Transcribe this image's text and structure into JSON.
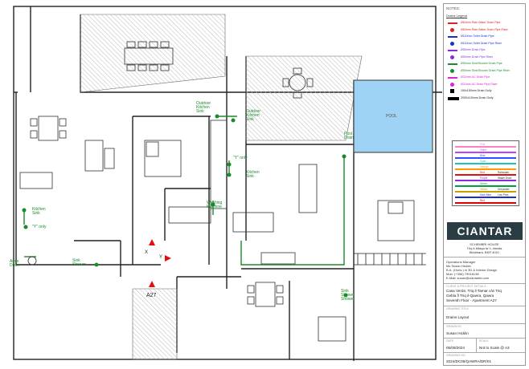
{
  "notes_title": "NOTES:",
  "legend_title": "Drains Legend",
  "legend": [
    {
      "label": "Ø63mm Rain Water Drain Pipe",
      "color": "#e02020",
      "style": "line"
    },
    {
      "label": "Ø63mm Rain Water Drain Pipe Riser",
      "color": "#e02020",
      "style": "dot"
    },
    {
      "label": "Ø110mm Toilet Drain Pipe",
      "color": "#1a2fd0",
      "style": "line"
    },
    {
      "label": "Ø110mm Toilet Drain Pipe Riser",
      "color": "#1a2fd0",
      "style": "dot"
    },
    {
      "label": "Ø50mm Drain Pipe",
      "color": "#8a2be2",
      "style": "line"
    },
    {
      "label": "Ø50mm Drain Pipe Riser",
      "color": "#8a2be2",
      "style": "dot"
    },
    {
      "label": "Ø50mm Sink/Shower Drain Pipe",
      "color": "#1a8a2a",
      "style": "line"
    },
    {
      "label": "Ø50mm Sink/Shower Drain Pipe Riser",
      "color": "#1a8a2a",
      "style": "dot"
    },
    {
      "label": "Ø32mm AC Drain Pipe",
      "color": "#e020e0",
      "style": "line"
    },
    {
      "label": "Ø32mm AC Drain Pipe Riser",
      "color": "#e020e0",
      "style": "dot"
    },
    {
      "label": "150x150mm Drain Gully",
      "color": "#000000",
      "style": "square"
    },
    {
      "label": "2000x100mm Drain Gully",
      "color": "#000000",
      "style": "bar"
    }
  ],
  "color_key": {
    "rows": [
      {
        "color": "#ff80c0",
        "mid": "Pink"
      },
      {
        "color": "#c040ff",
        "mid": "Violet"
      },
      {
        "color": "#3050ff",
        "mid": "Blue"
      },
      {
        "color": "#20c0c0",
        "mid": "Cyan"
      },
      {
        "color": "#ff9900",
        "mid": "Orange"
      },
      {
        "color": "#e01010",
        "mid": "Red",
        "right": "Rainwater"
      },
      {
        "color": "#8a2be2",
        "mid": "Purple",
        "right": "Waste Drain"
      },
      {
        "color": "#00a040",
        "mid": "Green"
      },
      {
        "color": "#c8a000",
        "mid": "Yellow",
        "right": "Greywater"
      },
      {
        "color": "#1a2fd0",
        "mid": "Dark Blue",
        "right": "Low Pres."
      },
      {
        "color": "#e00000",
        "mid": "Red"
      }
    ]
  },
  "company": "CIANTAR",
  "office": [
    "SCHEMBRI HOUSE",
    "Triq il-Mtaqa ta' L-Imsida",
    "Birkirkara, BKR 4021"
  ],
  "manager_label": "Operations Manager",
  "manager": [
    "Ms Susan Hicklin",
    "B.A. (Hons.) in 3D & Interior Design",
    "Mob: (+356) 79916138",
    "E-Mail: susan@ciantarltd.com"
  ],
  "client_label": "CLIENT & PROJECT DETAILS",
  "client": [
    "Casa Verde, Triq il-Tamar c/w Triq",
    "Gebla fl Triq il-Qawra, Qawra",
    "Seventh Floor - Apartment A27"
  ],
  "drawing_title_label": "DRAWING TITLE",
  "drawing_title": "Drains Layout",
  "drawn_by_label": "DRAWN BY",
  "drawn_by": "Susan Hicklin",
  "date_label": "DATE",
  "date": "05/09/2024",
  "scale_label": "SCALE",
  "scale": "Not to Scale @ A3",
  "drawing_no_label": "DRAWING NO.",
  "drawing_no": "2024/DC06/QAWRA/DR/01",
  "plan_labels": {
    "outdoor_kitchen_sink_1": [
      "Outdoor",
      "Kitchen",
      "Sink"
    ],
    "outdoor_kitchen_sink_2": [
      "Outdoor",
      "Kitchen",
      "Sink"
    ],
    "pool": "POOL",
    "pool_drain": [
      "Pool",
      "Drain"
    ],
    "y_only_1": "\"Y\" only",
    "kitchen_sink_1": [
      "Kitchen",
      "Sink"
    ],
    "kitchen_sink_2": [
      "Kitchen",
      "Sink"
    ],
    "y_only_2": "\"Y\" only",
    "washing_machine": [
      "Washing",
      "Machine"
    ],
    "airco_drain": [
      "Airco",
      "Drain"
    ],
    "shower_1": [
      "Sink",
      "Shower"
    ],
    "shower_2": [
      "Sink",
      "Shower",
      "Shower"
    ],
    "x_mark": "X",
    "y_mark": "Y",
    "apt": "A27"
  }
}
